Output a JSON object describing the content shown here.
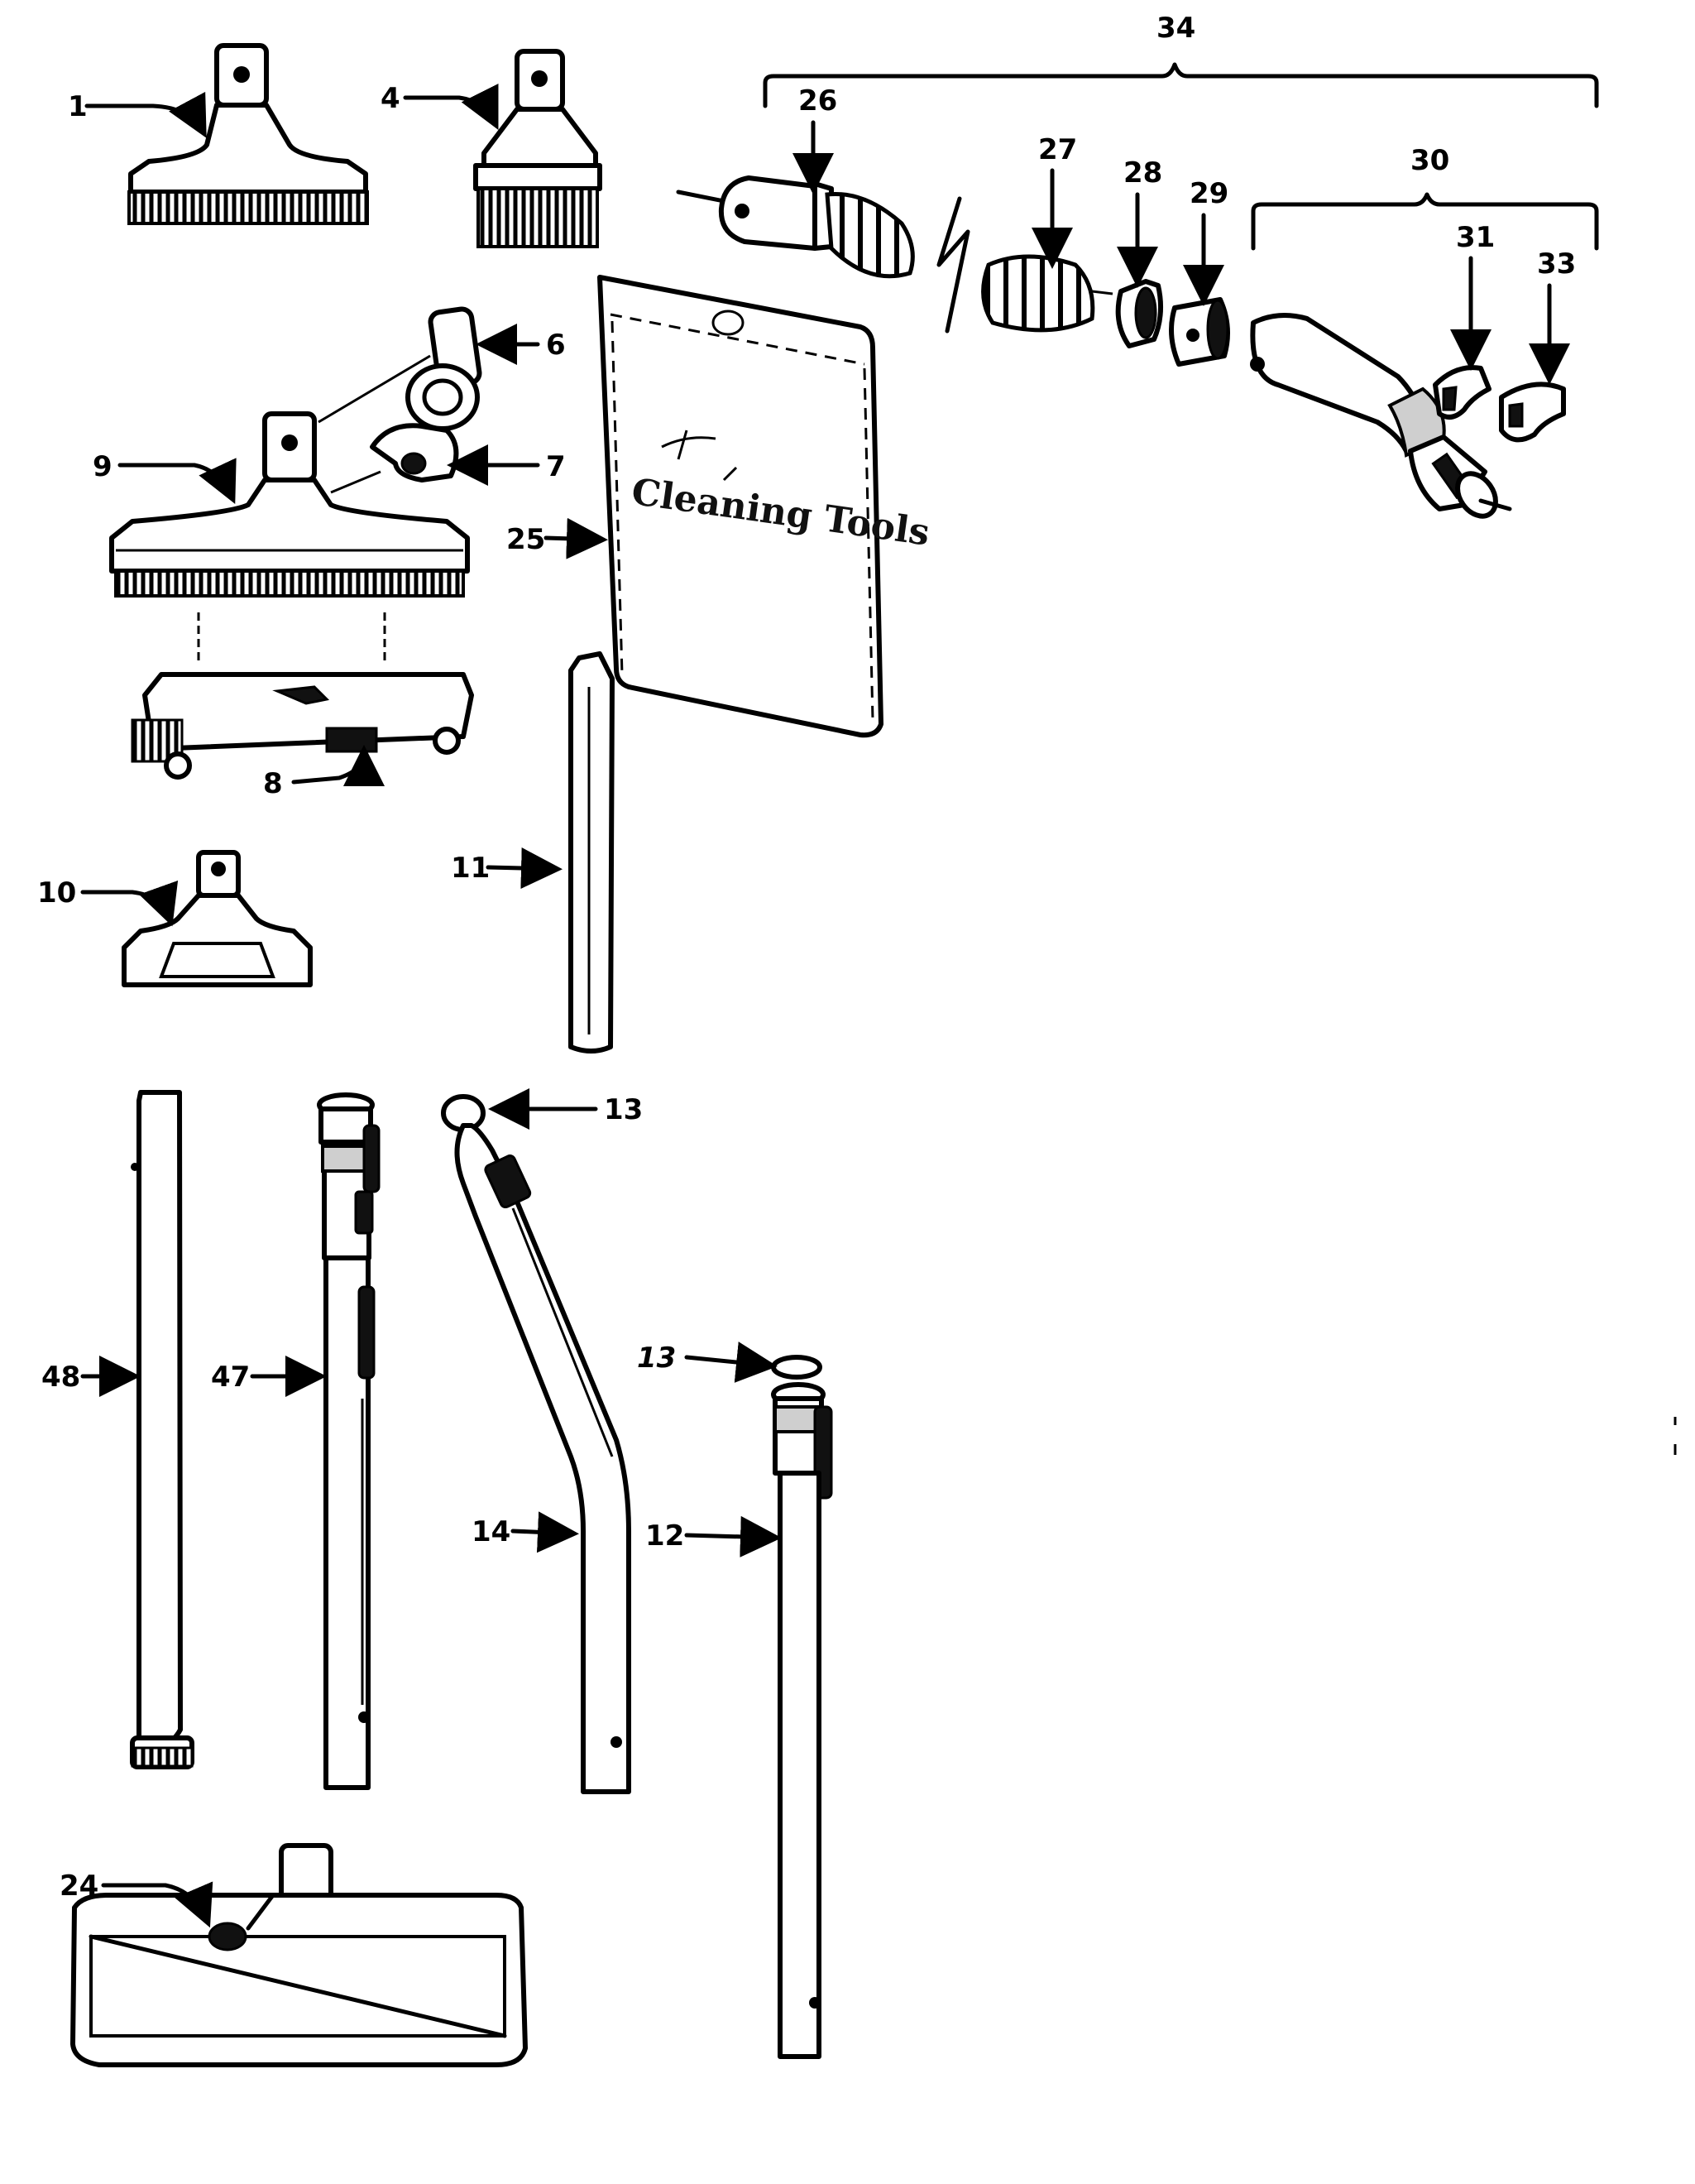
{
  "diagram": {
    "labels": {
      "l1": "1",
      "l4": "4",
      "l6": "6",
      "l7": "7",
      "l8": "8",
      "l9": "9",
      "l10": "10",
      "l11": "11",
      "l12": "12",
      "l13a": "13",
      "l13b": "13",
      "l14": "14",
      "l24": "24",
      "l25": "25",
      "l26": "26",
      "l27": "27",
      "l28": "28",
      "l29": "29",
      "l30": "30",
      "l31": "31",
      "l33": "33",
      "l34": "34",
      "l47": "47",
      "l48": "48"
    },
    "bag_caption": "Cleaning Tools"
  },
  "colors": {
    "ink": "#000000",
    "paper": "#ffffff",
    "shade": "#cfcfcf"
  }
}
